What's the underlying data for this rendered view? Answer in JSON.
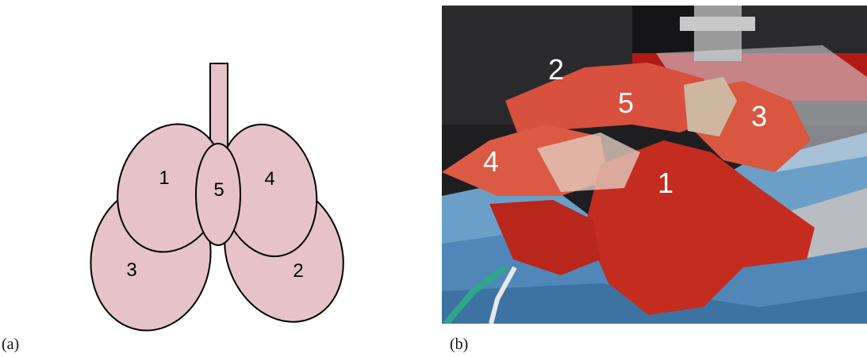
{
  "panel_a": {
    "lobe_labels": {
      "l1": "1",
      "l2": "2",
      "l3": "3",
      "l4": "4",
      "l5": "5"
    },
    "colors": {
      "fill": "#e6c3c8",
      "stroke": "#000000"
    }
  },
  "panel_b": {
    "lobe_labels": {
      "l1": "1",
      "l2": "2",
      "l3": "3",
      "l4": "4",
      "l5": "5"
    }
  },
  "captions": {
    "a": "(a)",
    "b": "(b)"
  }
}
